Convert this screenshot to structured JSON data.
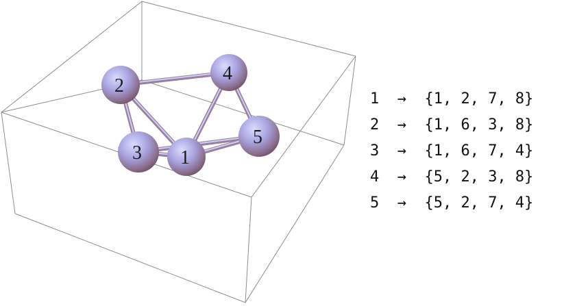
{
  "graph": {
    "nodes": [
      {
        "id": "1",
        "label": "1"
      },
      {
        "id": "2",
        "label": "2"
      },
      {
        "id": "3",
        "label": "3"
      },
      {
        "id": "4",
        "label": "4"
      },
      {
        "id": "5",
        "label": "5"
      }
    ],
    "edges": [
      [
        "2",
        "4"
      ],
      [
        "2",
        "3"
      ],
      [
        "2",
        "1"
      ],
      [
        "4",
        "1"
      ],
      [
        "4",
        "5"
      ],
      [
        "3",
        "1"
      ],
      [
        "3",
        "5"
      ],
      [
        "1",
        "5"
      ]
    ],
    "colors": {
      "sphere_light": "#c7c8ff",
      "sphere_mid": "#a79cd6",
      "sphere_dark": "#7a5a6e",
      "box": "#8c8c8c"
    }
  },
  "mapping": [
    {
      "key": "1",
      "arrow": "→",
      "set": "{1, 2, 7, 8}"
    },
    {
      "key": "2",
      "arrow": "→",
      "set": "{1, 6, 3, 8}"
    },
    {
      "key": "3",
      "arrow": "→",
      "set": "{1, 6, 7, 4}"
    },
    {
      "key": "4",
      "arrow": "→",
      "set": "{5, 2, 3, 8}"
    },
    {
      "key": "5",
      "arrow": "→",
      "set": "{5, 2, 7, 4}"
    }
  ]
}
